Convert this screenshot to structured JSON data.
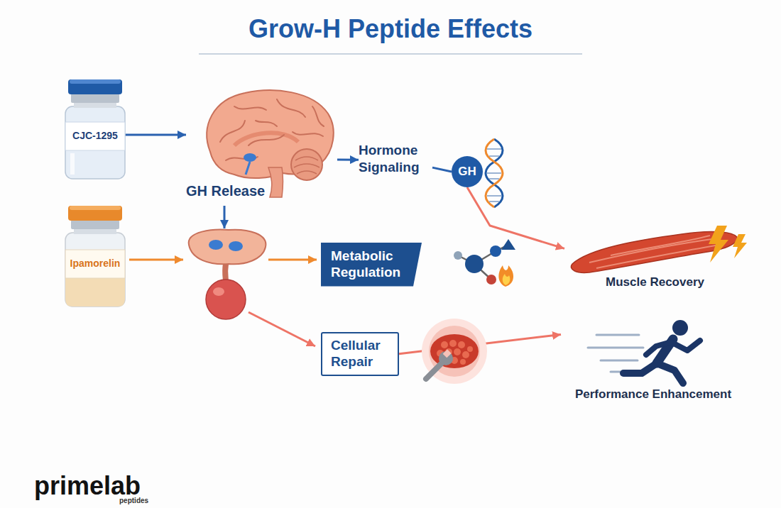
{
  "diagram": {
    "title": "Grow-H Peptide Effects",
    "nodes": [
      {
        "text": [
          "CJC-1295"
        ]
      },
      {
        "text": [
          "GH Release"
        ]
      },
      {
        "text": [
          "Hormone Signaling"
        ]
      },
      {
        "text": [
          "GH"
        ]
      },
      {
        "text": [
          "Ipamorelin"
        ]
      },
      {
        "text": [
          "Metabolic Regulation"
        ]
      },
      {
        "text": [
          "Cellular Repair"
        ]
      },
      {
        "text": [
          "Muscle Recovery"
        ]
      },
      {
        "text": [
          "Performance Enhancement"
        ]
      }
    ],
    "edges": [
      {
        "from": 0,
        "to": 1,
        "arrow": "to"
      },
      {
        "from": 1,
        "to": 2,
        "arrow": "to"
      },
      {
        "from": 2,
        "to": 3,
        "arrow": "none"
      },
      {
        "from": 3,
        "to": 7,
        "arrow": "to"
      },
      {
        "from": 6,
        "to": 8,
        "arrow": "to"
      }
    ],
    "labels": [
      "primelab",
      "peptides"
    ]
  }
}
